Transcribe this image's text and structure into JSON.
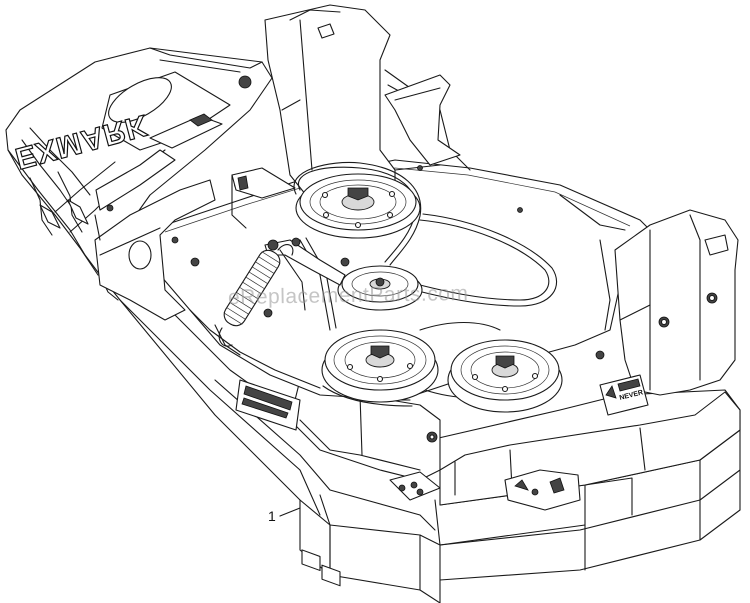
{
  "figure": {
    "logo_text": "EXMARK",
    "decal_text": "NEVER",
    "callout_number": "1",
    "watermark": "eReplacementParts.com"
  }
}
